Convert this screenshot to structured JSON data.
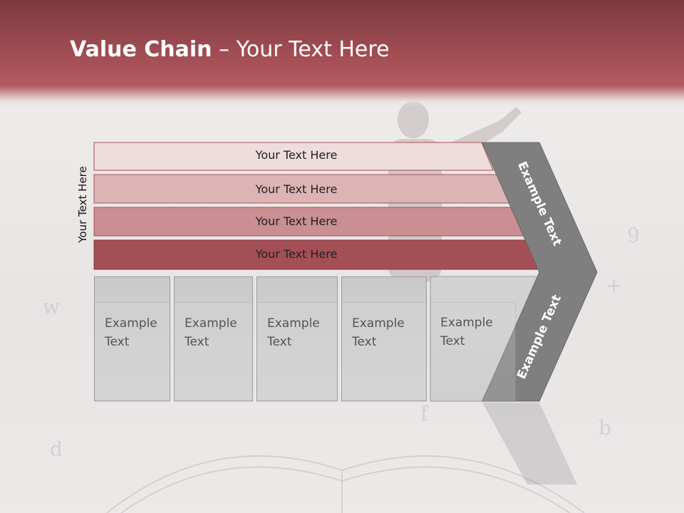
{
  "header": {
    "title_bold": "Value Chain",
    "title_rest": " – Your Text Here"
  },
  "side_label": "Your Text Here",
  "bands": [
    {
      "label": "Your Text Here",
      "color": "#efdcdd"
    },
    {
      "label": "Your Text Here",
      "color": "#ddb4b6"
    },
    {
      "label": "Your Text Here",
      "color": "#c98f92"
    },
    {
      "label": "Your Text Here",
      "color": "#a44f55"
    }
  ],
  "boxes": [
    {
      "line1": "Example",
      "line2": "Text"
    },
    {
      "line1": "Example",
      "line2": "Text"
    },
    {
      "line1": "Example",
      "line2": "Text"
    },
    {
      "line1": "Example",
      "line2": "Text"
    },
    {
      "line1": "Example",
      "line2": "Text"
    }
  ],
  "chevron": {
    "upper_text": "Example Text",
    "lower_text": "Example Text",
    "color": "#7f7f7f"
  }
}
